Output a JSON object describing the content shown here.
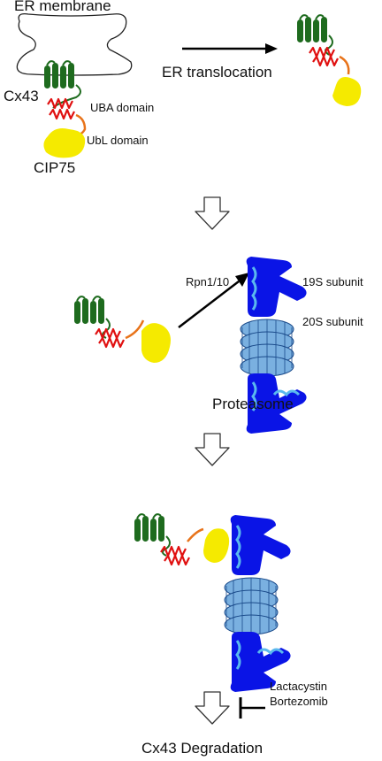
{
  "labels": {
    "er_membrane": "ER membrane",
    "cx43": "Cx43",
    "uba_domain": "UBA domain",
    "ubl_domain": "UbL domain",
    "cip75": "CIP75",
    "er_translocation": "ER translocation",
    "rpn": "Rpn1/10",
    "subunit_19s": "19S subunit",
    "subunit_20s": "20S subunit",
    "proteasome": "Proteasome",
    "lactacystin": "Lactacystin",
    "bortezomib": "Bortezomib",
    "degradation": "Cx43 Degradation"
  },
  "colors": {
    "cx43_green": "#1e6b1e",
    "uba_red": "#e01010",
    "linker_orange": "#e8731a",
    "ubl_yellow": "#f5ea00",
    "proteasome_blue": "#0a14e6",
    "proteasome_light": "#5ab8ee",
    "barrel_blue": "#7ab0e0"
  }
}
